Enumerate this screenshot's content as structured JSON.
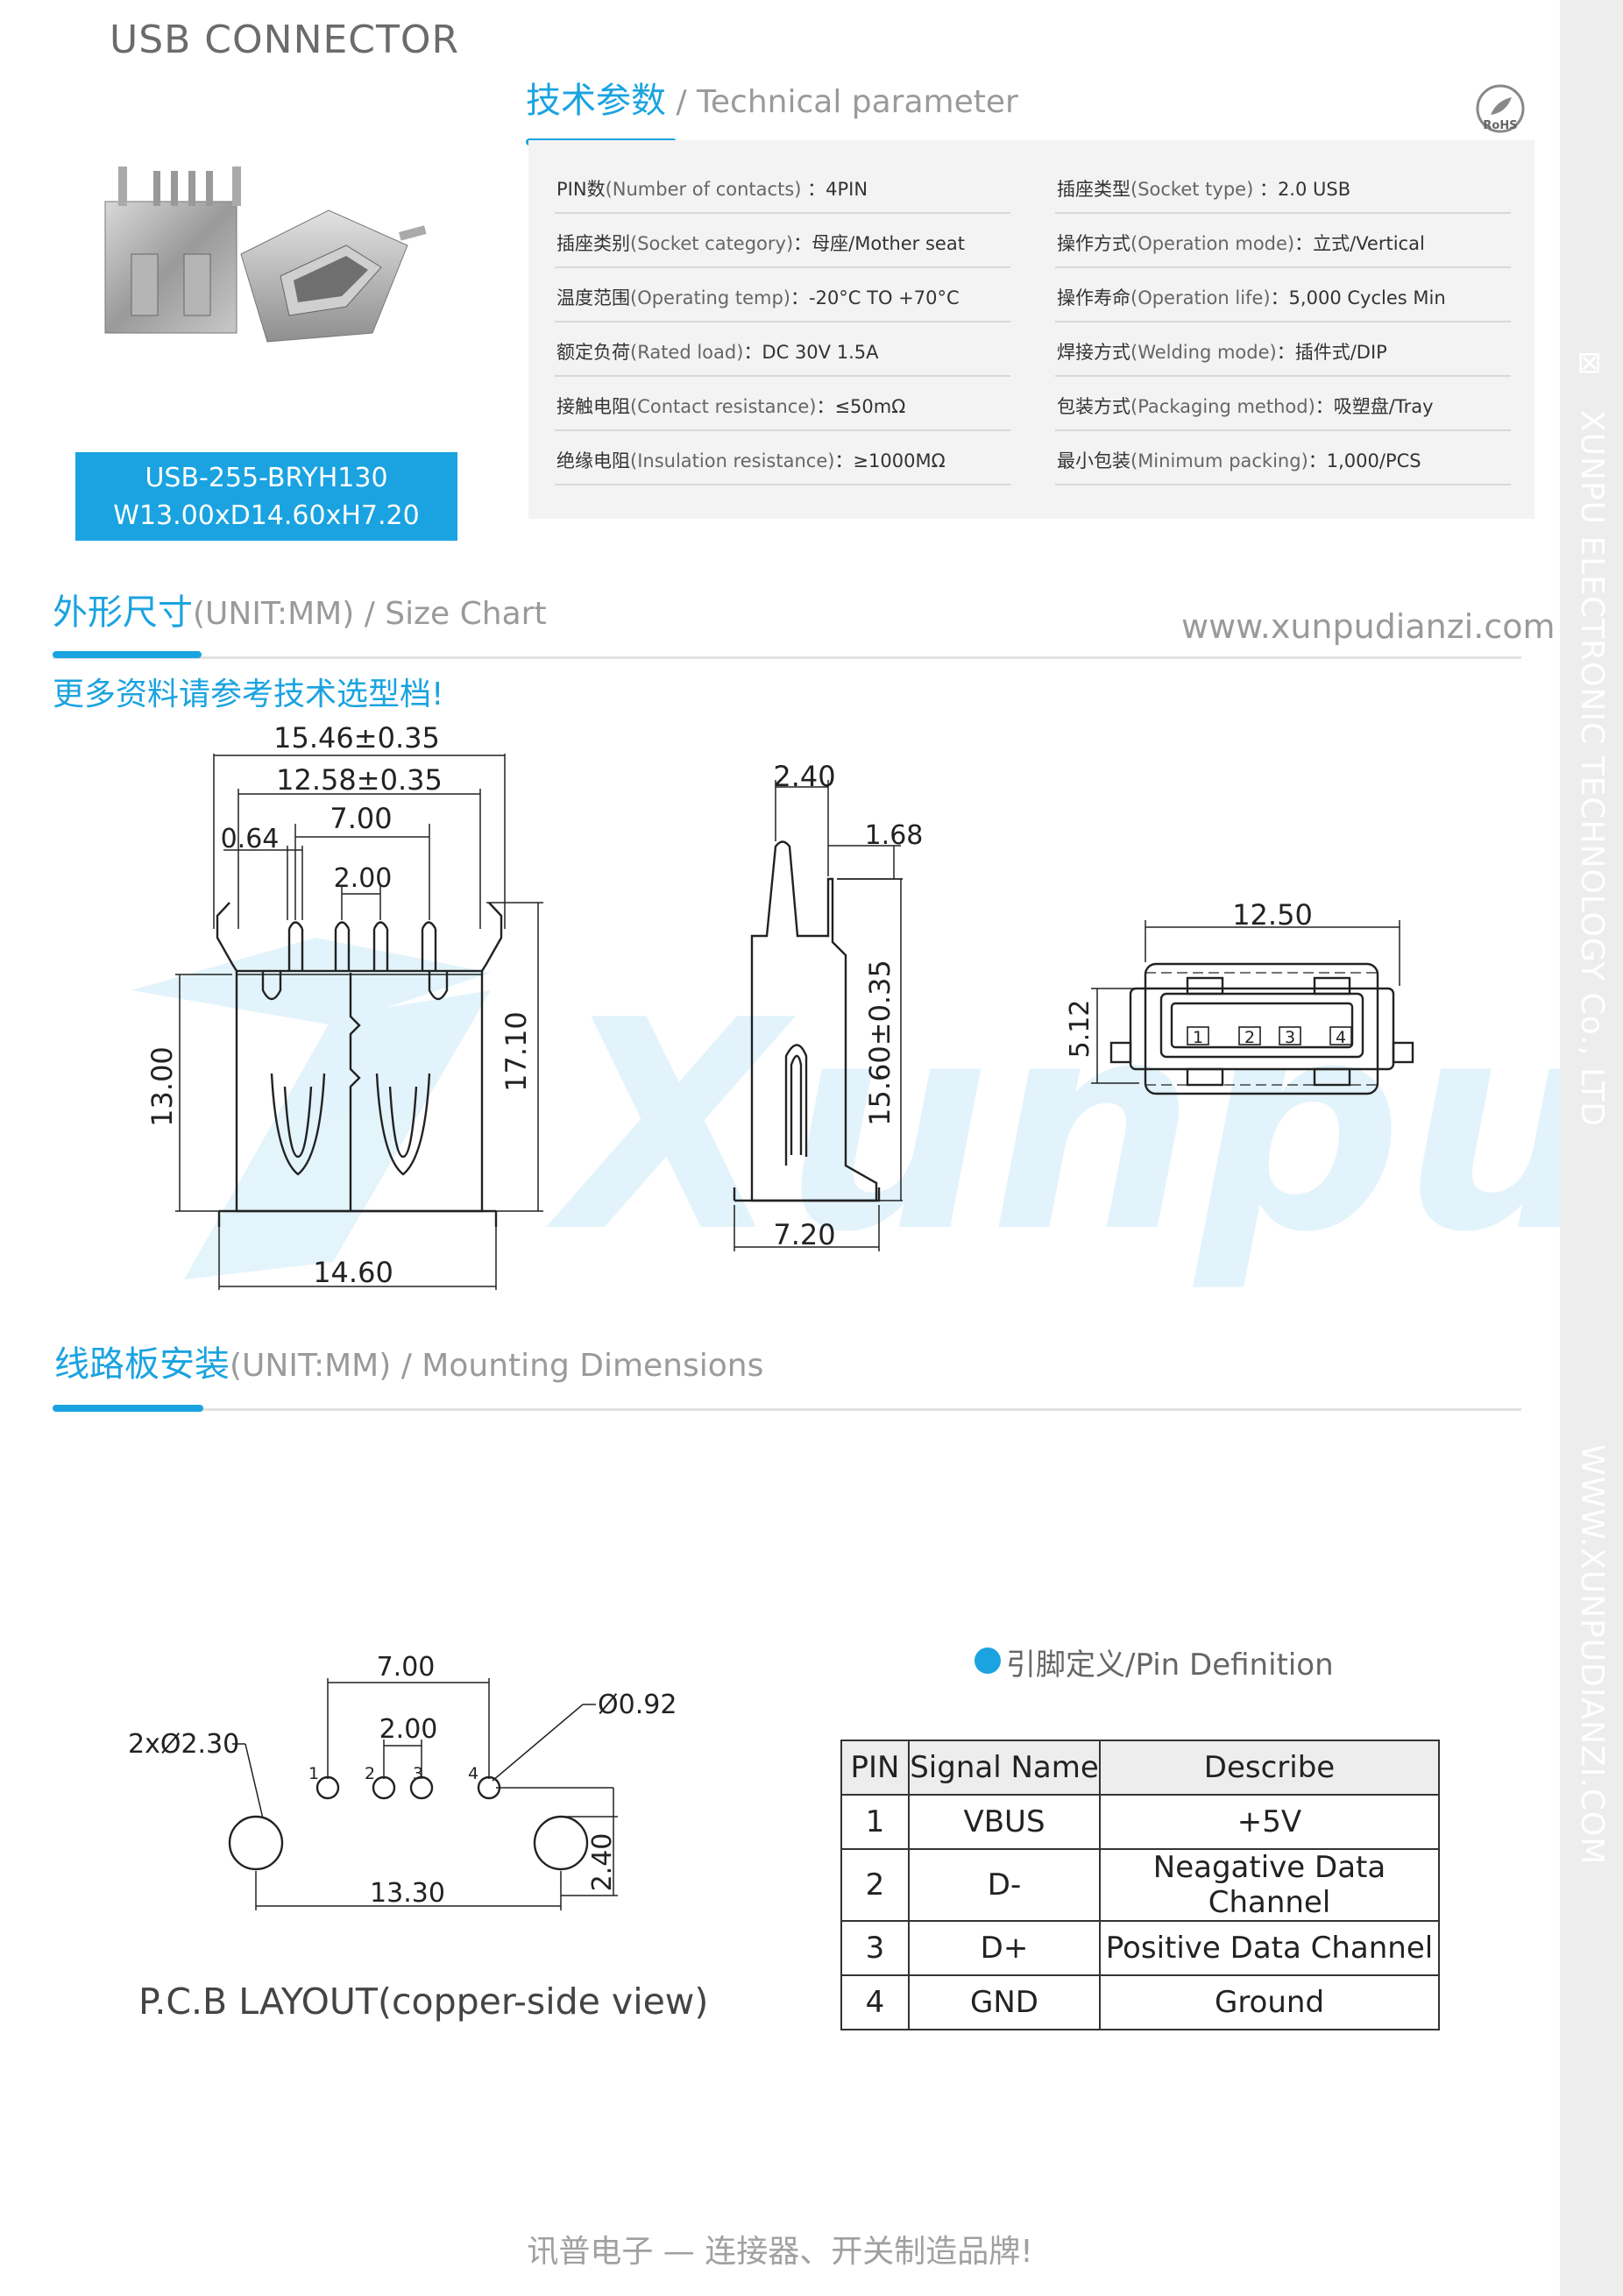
{
  "header": {
    "title": "USB CONNECTOR",
    "rohs": "RoHS"
  },
  "tech_params": {
    "heading_zh": "技术参数",
    "heading_en": " / Technical parameter",
    "left": [
      {
        "zh": "PIN数",
        "en": "(Number of contacts)",
        "value": " ：4PIN"
      },
      {
        "zh": "插座类别",
        "en": "(Socket category)",
        "value": "：母座/Mother seat"
      },
      {
        "zh": "温度范围",
        "en": "(Operating temp)",
        "value": "：-20°C TO +70°C"
      },
      {
        "zh": "额定负荷",
        "en": "(Rated load)",
        "value": "：DC 30V 1.5A"
      },
      {
        "zh": "接触电阻",
        "en": "(Contact resistance)",
        "value": "：≤50mΩ"
      },
      {
        "zh": "绝缘电阻",
        "en": "(Insulation resistance)",
        "value": "：≥1000MΩ"
      }
    ],
    "right": [
      {
        "zh": "插座类型",
        "en": "(Socket type)",
        "value": " ：2.0 USB"
      },
      {
        "zh": "操作方式",
        "en": "(Operation mode)",
        "value": "：立式/Vertical"
      },
      {
        "zh": "操作寿命",
        "en": "(Operation life)",
        "value": "：5,000 Cycles Min"
      },
      {
        "zh": "焊接方式",
        "en": "(Welding mode)",
        "value": "：插件式/DIP"
      },
      {
        "zh": "包装方式",
        "en": "(Packaging method)",
        "value": "：吸塑盘/Tray"
      },
      {
        "zh": "最小包装",
        "en": "(Minimum packing)",
        "value": "：1,000/PCS"
      }
    ]
  },
  "model": {
    "part_number": "USB-255-BRYH130",
    "dimensions": "W13.00xD14.60xH7.20"
  },
  "size_chart": {
    "heading_zh": "外形尺寸",
    "heading_en": "(UNIT:MM) / Size Chart",
    "website": "www.xunpudianzi.com",
    "more_info": "更多资料请参考技术选型档!",
    "watermark": "Xunpu",
    "front": {
      "d1": "15.46±0.35",
      "d2": "12.58±0.35",
      "d3": "7.00",
      "d4": "0.64",
      "d5": "2.00",
      "d6": "13.00",
      "d7": "17.10",
      "d8": "14.60"
    },
    "side": {
      "d1": "2.40",
      "d2": "1.68",
      "d3": "15.60±0.35",
      "d4": "7.20"
    },
    "top": {
      "d1": "12.50",
      "d2": "5.12",
      "pins": [
        "1",
        "2",
        "3",
        "4"
      ]
    }
  },
  "mounting": {
    "heading_zh": "线路板安装",
    "heading_en": "(UNIT:MM) / Mounting Dimensions",
    "d_700": "7.00",
    "d_200": "2.00",
    "d_hole": "Ø0.92",
    "d_big": "2xØ2.30",
    "d_1330": "13.30",
    "d_240": "2.40",
    "pins": [
      "1",
      "2",
      "3",
      "4"
    ],
    "layout_label": "P.C.B LAYOUT(copper-side view)"
  },
  "pin_definition": {
    "title": "引脚定义/Pin Definition",
    "headers": [
      "PIN",
      "Signal Name",
      "Describe"
    ],
    "rows": [
      [
        "1",
        "VBUS",
        "+5V"
      ],
      [
        "2",
        "D-",
        "Neagative Data Channel"
      ],
      [
        "3",
        "D+",
        "Positive Data Channel"
      ],
      [
        "4",
        "GND",
        "Ground"
      ]
    ]
  },
  "side_strip": {
    "text1": "XUNPU ELECTRONIC TECHNOLOGY Co., LTD",
    "text2": "WWW.XUNPUDIANZI.COM"
  },
  "footer": {
    "text": "讯普电子 — 连接器、开关制造品牌!"
  },
  "colors": {
    "accent": "#1aa3e0",
    "panel": "#f3f3f3",
    "strip": "#ededed"
  }
}
